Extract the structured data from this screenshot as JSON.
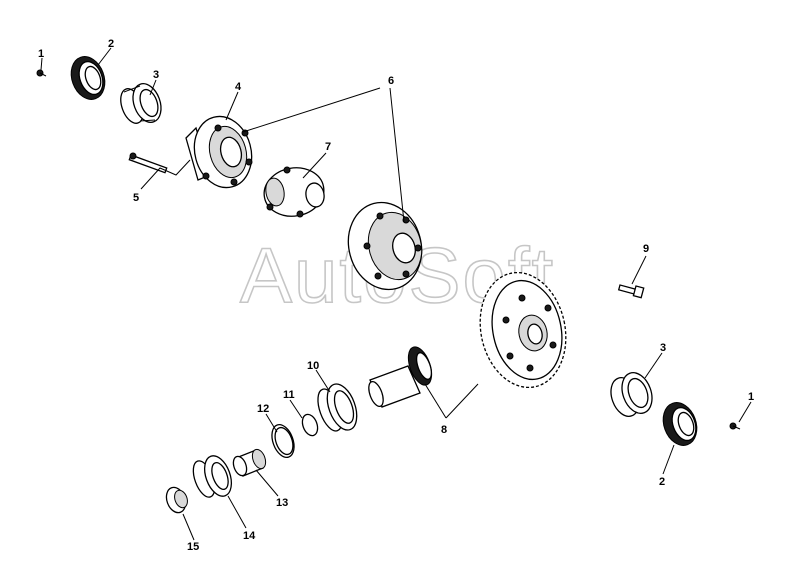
{
  "watermark": "AutoSoft",
  "callouts": [
    {
      "id": "c1a",
      "label": "1"
    },
    {
      "id": "c2a",
      "label": "2"
    },
    {
      "id": "c3a",
      "label": "3"
    },
    {
      "id": "c4",
      "label": "4"
    },
    {
      "id": "c5",
      "label": "5"
    },
    {
      "id": "c6",
      "label": "6"
    },
    {
      "id": "c7",
      "label": "7"
    },
    {
      "id": "c8",
      "label": "8"
    },
    {
      "id": "c9",
      "label": "9"
    },
    {
      "id": "c10",
      "label": "10"
    },
    {
      "id": "c11",
      "label": "11"
    },
    {
      "id": "c12",
      "label": "12"
    },
    {
      "id": "c13",
      "label": "13"
    },
    {
      "id": "c14",
      "label": "14"
    },
    {
      "id": "c15",
      "label": "15"
    },
    {
      "id": "c3b",
      "label": "3"
    },
    {
      "id": "c1b",
      "label": "1"
    },
    {
      "id": "c2b",
      "label": "2"
    }
  ]
}
